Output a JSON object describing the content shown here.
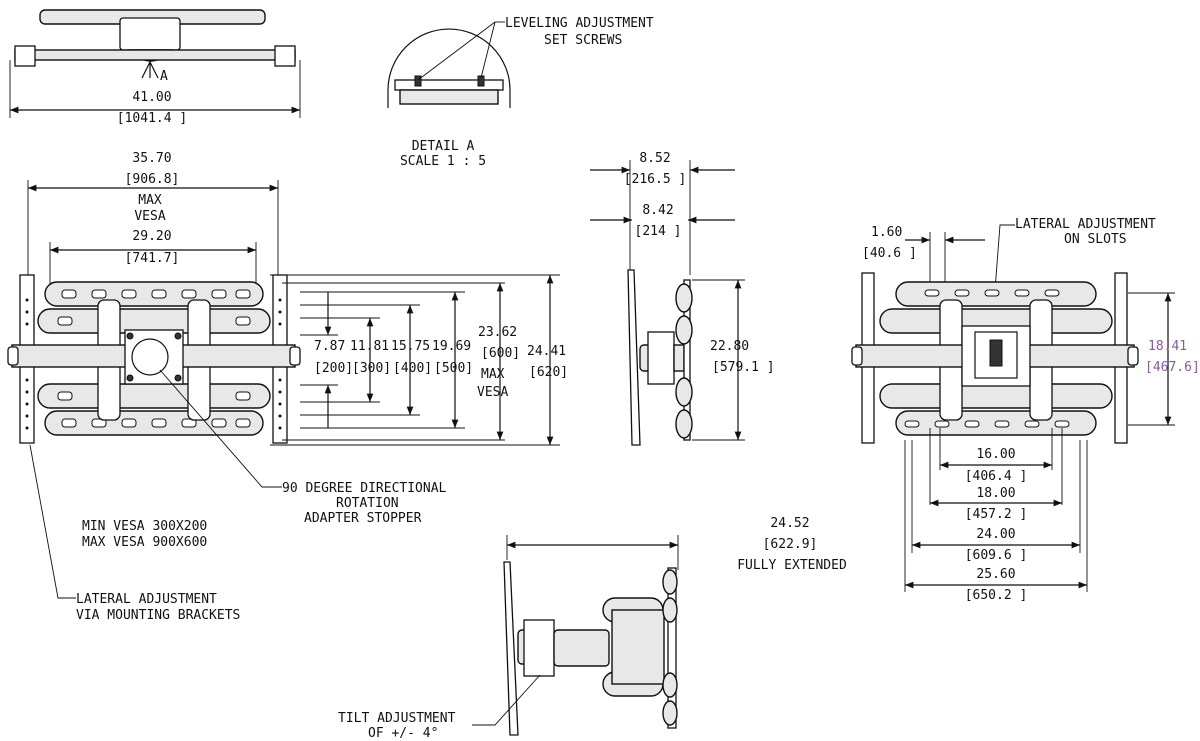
{
  "colors": {
    "line": "#111111",
    "part_fill": "#e8e8e8",
    "accent_purple": "#8a5aa0"
  },
  "top_view": {
    "width_in": "41.00",
    "width_mm": "[1041.4 ]",
    "detail_marker": "A"
  },
  "detail_a": {
    "callout_line1": "LEVELING ADJUSTMENT",
    "callout_line2": "SET SCREWS",
    "title": "DETAIL A",
    "scale": "SCALE 1 : 5"
  },
  "front_view": {
    "overall_width_in": "35.70",
    "overall_width_mm": "[906.8]",
    "max_vesa_line1": "MAX",
    "max_vesa_line2": "VESA",
    "max_vesa_width_in": "29.20",
    "max_vesa_width_mm": "[741.7]",
    "heights": [
      {
        "in": "7.87",
        "mm": "[200]"
      },
      {
        "in": "11.81",
        "mm": "[300]"
      },
      {
        "in": "15.75",
        "mm": "[400]"
      },
      {
        "in": "19.69",
        "mm": "[500]"
      }
    ],
    "max_vesa_height_in": "23.62",
    "max_vesa_height_mm": "[600]",
    "max_vesa_height_label1": "MAX",
    "max_vesa_height_label2": "VESA",
    "overall_height_in": "24.41",
    "overall_height_mm": "[620]",
    "rotation_line1": "90 DEGREE DIRECTIONAL",
    "rotation_line2": "ROTATION",
    "rotation_line3": "ADAPTER STOPPER",
    "vesa_min": "MIN VESA 300X200",
    "vesa_max": "MAX VESA 900X600",
    "lateral_line1": "LATERAL ADJUSTMENT",
    "lateral_line2": "VIA MOUNTING BRACKETS"
  },
  "side_view": {
    "depth_max_in": "8.52",
    "depth_max_mm": "[216.5 ]",
    "depth_min_in": "8.42",
    "depth_min_mm": "[214 ]",
    "wall_plate_height_in": "22.80",
    "wall_plate_height_mm": "[579.1 ]"
  },
  "extended_view": {
    "extension_in": "24.52",
    "extension_mm": "[622.9]",
    "extension_label": "FULLY EXTENDED",
    "tilt_line1": "TILT ADJUSTMENT",
    "tilt_line2": "OF +/- 4°"
  },
  "wall_plate_view": {
    "slot_spacing_in": "1.60",
    "slot_spacing_mm": "[40.6 ]",
    "lateral_line1": "LATERAL ADJUSTMENT",
    "lateral_line2": "ON SLOTS",
    "height_in": "18.41",
    "height_mm": "[467.6]",
    "widths": [
      {
        "in": "16.00",
        "mm": "[406.4 ]"
      },
      {
        "in": "18.00",
        "mm": "[457.2 ]"
      },
      {
        "in": "24.00",
        "mm": "[609.6 ]"
      },
      {
        "in": "25.60",
        "mm": "[650.2 ]"
      }
    ]
  }
}
